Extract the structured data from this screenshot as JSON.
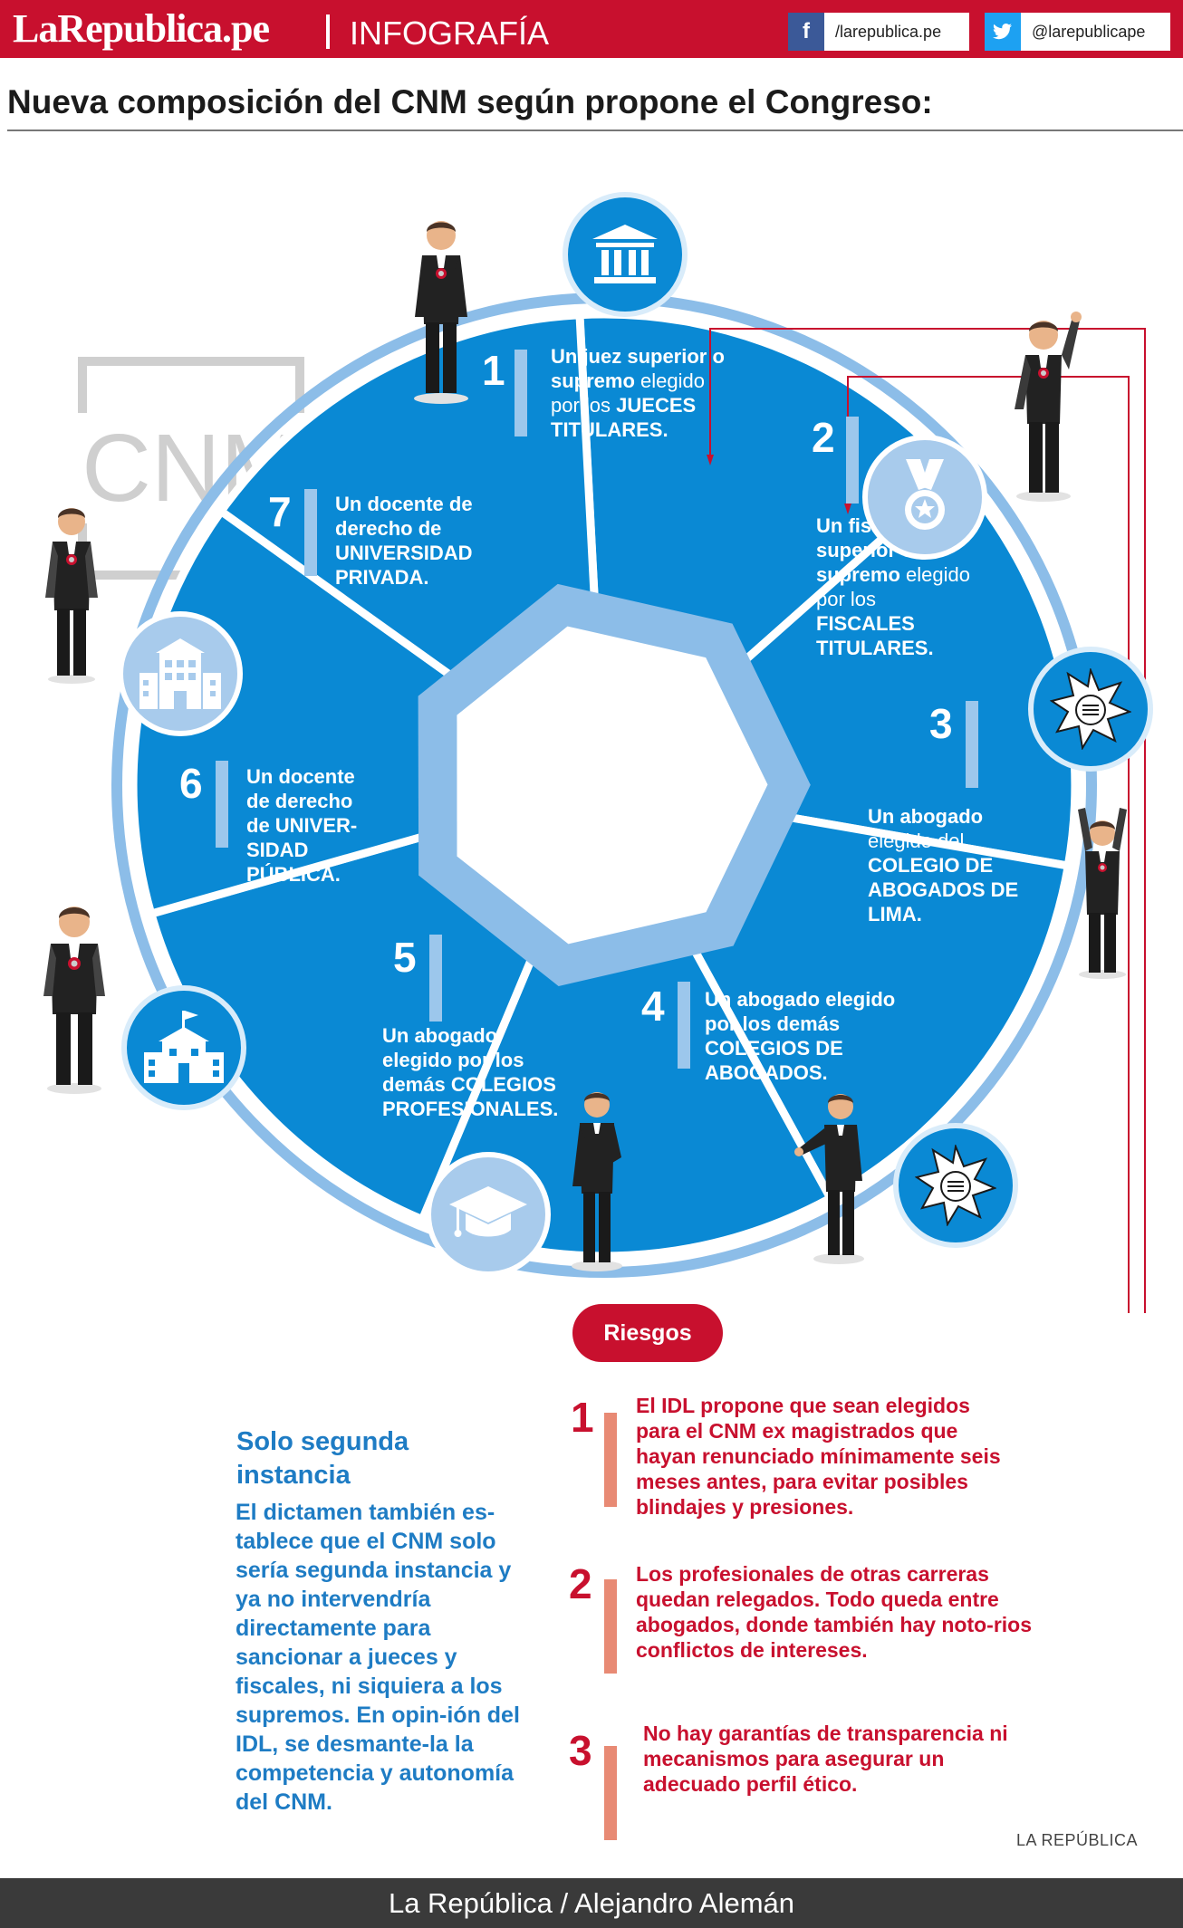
{
  "header": {
    "brand": "LaRepublica.pe",
    "section": "INFOGRAFÍA",
    "facebook_handle": "/larepublica.pe",
    "twitter_handle": "@larepublicape",
    "facebook_icon": "facebook-icon",
    "twitter_icon": "twitter-icon"
  },
  "title": "Nueva composición del CNM según propone el Congreso:",
  "logo_text": "CNM",
  "colors": {
    "red": "#c8102e",
    "blue": "#0a89d4",
    "light_blue": "#a8cbec",
    "salmon": "#e88a74"
  },
  "segments": [
    {
      "number": "1",
      "icon": "courthouse-icon",
      "text_parts": [
        [
          "Un juez superior o supremo",
          true
        ],
        [
          " elegido por los ",
          false
        ],
        [
          "JUECES TITULARES.",
          true
        ]
      ]
    },
    {
      "number": "2",
      "icon": "medal-icon",
      "text_parts": [
        [
          "Un fiscal superior o supremo",
          true
        ],
        [
          " elegido por los ",
          false
        ],
        [
          "FISCALES TITULARES.",
          true
        ]
      ]
    },
    {
      "number": "3",
      "icon": "bar-association-seal-icon",
      "text_parts": [
        [
          "Un abogado",
          false
        ],
        [
          " elegido del ",
          false
        ],
        [
          "COLEGIO DE ABOGADOS DE LIMA.",
          true
        ]
      ]
    },
    {
      "number": "4",
      "icon": "bar-association-seal-icon",
      "text_parts": [
        [
          "Un abogado elegido por los demás ",
          false
        ],
        [
          "COLEGIOS DE ABOGADOS.",
          true
        ]
      ]
    },
    {
      "number": "5",
      "icon": "graduation-cap-icon",
      "text_parts": [
        [
          "Un abogado elegido por los demás COLEGIOS PROFESIONALES.",
          false
        ]
      ]
    },
    {
      "number": "6",
      "icon": "public-university-icon",
      "text_parts": [
        [
          "Un docente de derecho de UNIVER-SIDAD PÚBLICA.",
          false
        ]
      ]
    },
    {
      "number": "7",
      "icon": "private-university-icon",
      "text_parts": [
        [
          "Un docente de derecho de UNIVERSIDAD PRIVADA.",
          false
        ]
      ]
    }
  ],
  "riesgos": {
    "label": "Riesgos",
    "items": [
      {
        "number": "1",
        "text": "El IDL propone que sean elegidos para el CNM ex magistrados que hayan renunciado mínimamente seis meses antes, para evitar posibles blindajes y presiones."
      },
      {
        "number": "2",
        "text": "Los profesionales de otras carreras quedan relegados. Todo queda entre abogados, donde también hay noto-rios conflictos de intereses."
      },
      {
        "number": "3",
        "text": "No hay garantías de transparencia ni mecanismos para asegurar un adecuado perfil ético."
      }
    ]
  },
  "side_note": {
    "heading": "Solo segunda instancia",
    "body": "El dictamen también es-tablece que el CNM solo sería segunda instancia y ya no intervendría directamente para sancionar a jueces y fiscales, ni siquiera a los supremos. En opin-ión del IDL, se desmante-la la competencia y autonomía del CNM."
  },
  "credit_small": "LA REPÚBLICA",
  "footer": "La República / Alejandro Alemán"
}
